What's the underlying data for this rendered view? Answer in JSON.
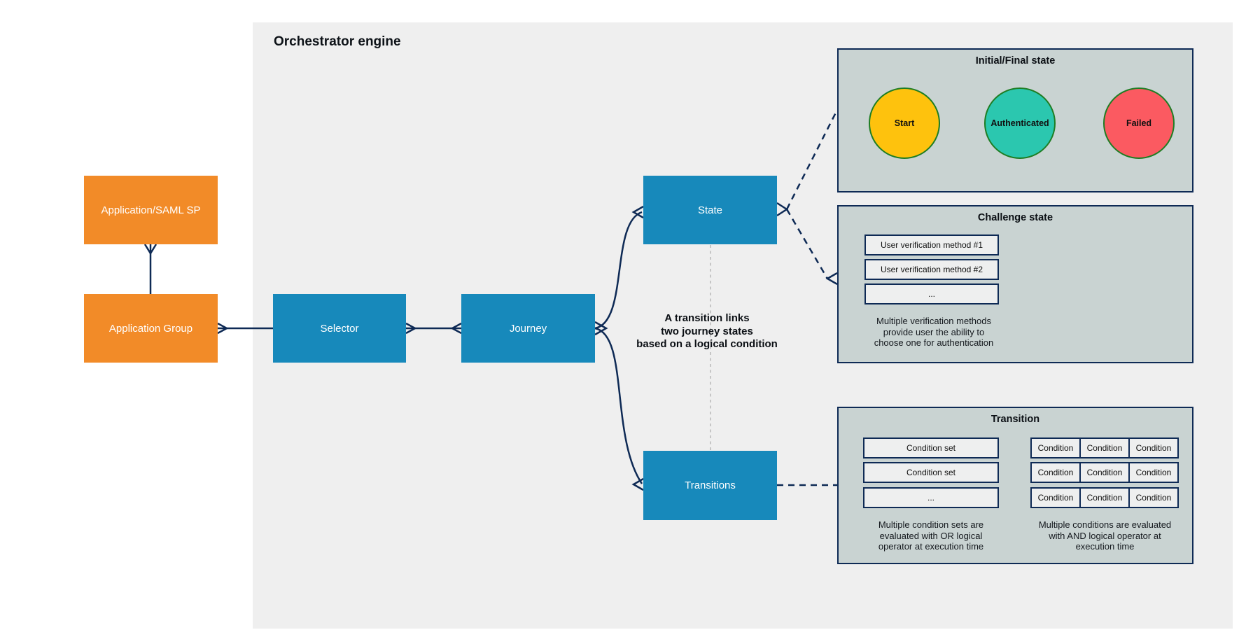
{
  "engine": {
    "title": "Orchestrator engine"
  },
  "nodes": {
    "app_saml": "Application/SAML SP",
    "app_group": "Application Group",
    "selector": "Selector",
    "journey": "Journey",
    "state": "State",
    "transitions": "Transitions"
  },
  "note": {
    "lines": [
      "A transition links",
      "two journey states",
      "based on a logical condition"
    ]
  },
  "initial_final_panel": {
    "title": "Initial/Final state",
    "states": [
      {
        "label": "Start",
        "fill": "#FEC20D"
      },
      {
        "label": "Authenticated",
        "fill": "#2BC7AF"
      },
      {
        "label": "Failed",
        "fill": "#FB5A61"
      }
    ]
  },
  "challenge_panel": {
    "title": "Challenge state",
    "methods": [
      "User verification method #1",
      "User verification method #2",
      "..."
    ],
    "caption_lines": [
      "Multiple verification methods",
      "provide user the ability to",
      "choose one for authentication"
    ]
  },
  "transition_panel": {
    "title": "Transition",
    "condition_sets": [
      "Condition set",
      "Condition set",
      "..."
    ],
    "grid": [
      [
        "Condition",
        "Condition",
        "Condition"
      ],
      [
        "Condition",
        "Condition",
        "Condition"
      ],
      [
        "Condition",
        "Condition",
        "Condition"
      ]
    ],
    "caption_left_lines": [
      "Multiple condition sets are",
      "evaluated with OR logical",
      "operator at execution time"
    ],
    "caption_right_lines": [
      "Multiple conditions are evaluated",
      "with AND logical operator at",
      "execution time"
    ]
  },
  "colors": {
    "orange": "#F28B28",
    "blue": "#1789BB",
    "navy": "#0E2A55",
    "engine_bg": "#EFEFEF",
    "panel_fill": "#C9D3D2",
    "mini_box_fill": "#EEEFEF",
    "circle_border_green": "#1E7D23",
    "start_fill": "#FEC20D",
    "authenticated_fill": "#2BC7AF",
    "failed_fill": "#FB5A61",
    "gray_dash": "#B5B5B5"
  }
}
